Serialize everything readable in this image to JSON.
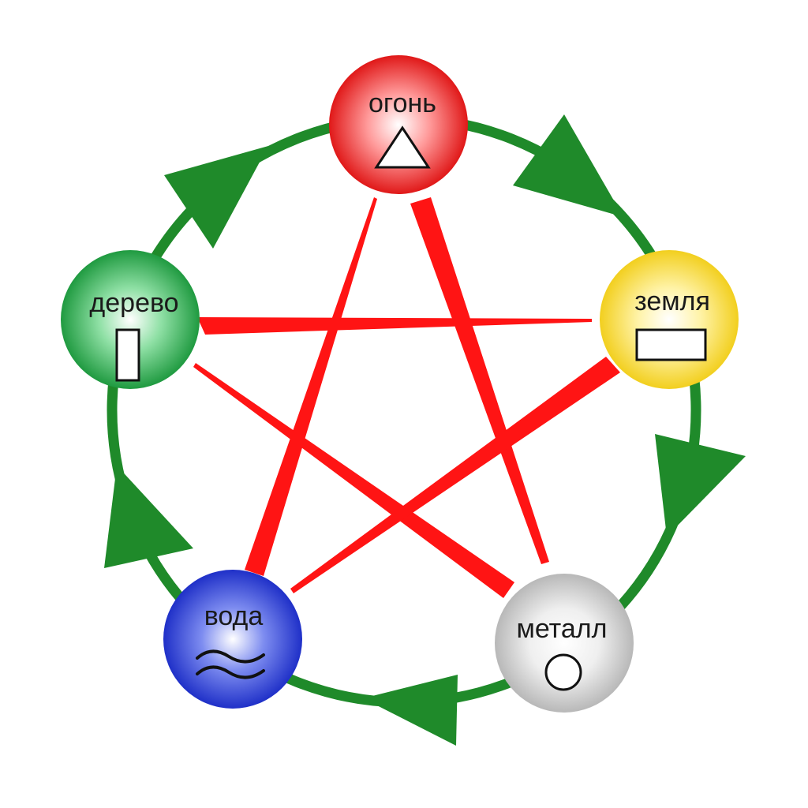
{
  "diagram": {
    "type": "five-elements-cycle",
    "colors": {
      "generating_cycle": "#1f8a2a",
      "controlling_cycle": "#ff1414",
      "fire": "#e01818",
      "earth": "#f2cf1e",
      "metal": "#b8b8b8",
      "water": "#1f30c8",
      "wood": "#1f9a40"
    },
    "nodes": {
      "fire": {
        "label": "огонь",
        "symbol": "triangle-icon"
      },
      "earth": {
        "label": "земля",
        "symbol": "rectangle-icon"
      },
      "metal": {
        "label": "металл",
        "symbol": "circle-icon"
      },
      "water": {
        "label": "вода",
        "symbol": "waves-icon"
      },
      "wood": {
        "label": "дерево",
        "symbol": "vertical-bar-icon"
      }
    },
    "generating_cycle": [
      {
        "from": "fire",
        "to": "earth"
      },
      {
        "from": "earth",
        "to": "metal"
      },
      {
        "from": "metal",
        "to": "water"
      },
      {
        "from": "water",
        "to": "wood"
      },
      {
        "from": "wood",
        "to": "fire"
      }
    ],
    "controlling_cycle": [
      {
        "from": "fire",
        "to": "metal"
      },
      {
        "from": "metal",
        "to": "wood"
      },
      {
        "from": "wood",
        "to": "earth"
      },
      {
        "from": "earth",
        "to": "water"
      },
      {
        "from": "water",
        "to": "fire"
      }
    ]
  }
}
